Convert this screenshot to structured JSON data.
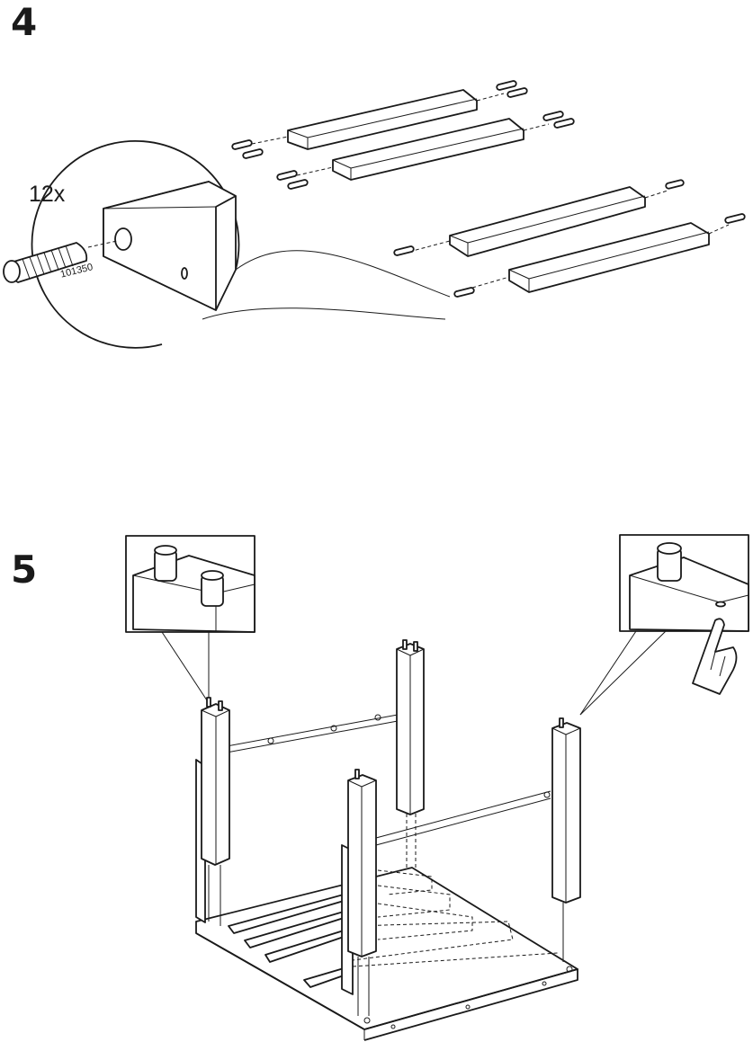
{
  "steps": [
    {
      "number": "4",
      "quantity_label": "12x",
      "part_number": "101350"
    },
    {
      "number": "5"
    }
  ],
  "icons": [
    "dowel-icon",
    "hand-pointer-icon",
    "magnifier-callout-icon"
  ],
  "colors": {
    "ink": "#1a1a1a",
    "paper": "#ffffff"
  }
}
